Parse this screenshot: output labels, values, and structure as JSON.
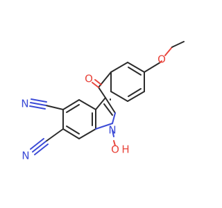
{
  "molecule": {
    "atoms": {
      "carbonyl_o": "O",
      "methoxy_o": "O",
      "cn_top_n": "N",
      "cn_bottom_n": "N",
      "ring_n": "N",
      "hydroxyl_o": "O",
      "hydroxyl_h": "H"
    },
    "colors": {
      "carbon": "#2b2b2b",
      "oxygen": "#e8453c",
      "nitrogen": "#3b4ad6"
    }
  }
}
